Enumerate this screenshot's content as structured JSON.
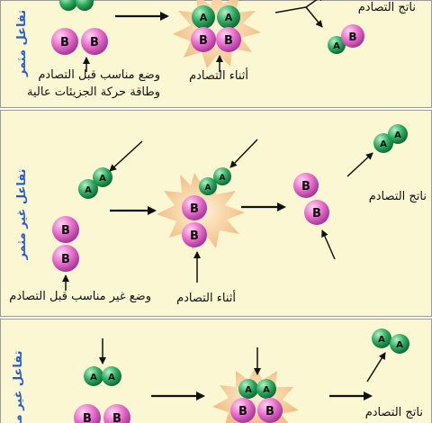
{
  "panels": [
    {
      "side_label": "تفاعل مثمر",
      "caption_before_line1": "وضع مناسب قبل التصادم",
      "caption_before_line2": "وطاقة حركة الجزيئات عالية",
      "caption_during": "أثناء التصادم",
      "caption_product": "ناتج التصادم"
    },
    {
      "side_label": "تفاعل غير مثمر",
      "caption_before": "وضع غير مناسب قبل التصادم",
      "caption_during": "أثناء التصادم",
      "caption_product": "ناتج التصادم"
    },
    {
      "side_label": "تفاعل غير مثمر",
      "caption_product": "ناتج التصادم"
    }
  ],
  "atoms": {
    "a": "A",
    "b": "B"
  },
  "colors": {
    "panel_bg": "#fbf7d2",
    "border": "#9a9a9a",
    "b_molecule": "#e96fcd",
    "a_molecule": "#2fae62",
    "burst": "#f2bf86",
    "side_text": "#2a5cc9"
  }
}
